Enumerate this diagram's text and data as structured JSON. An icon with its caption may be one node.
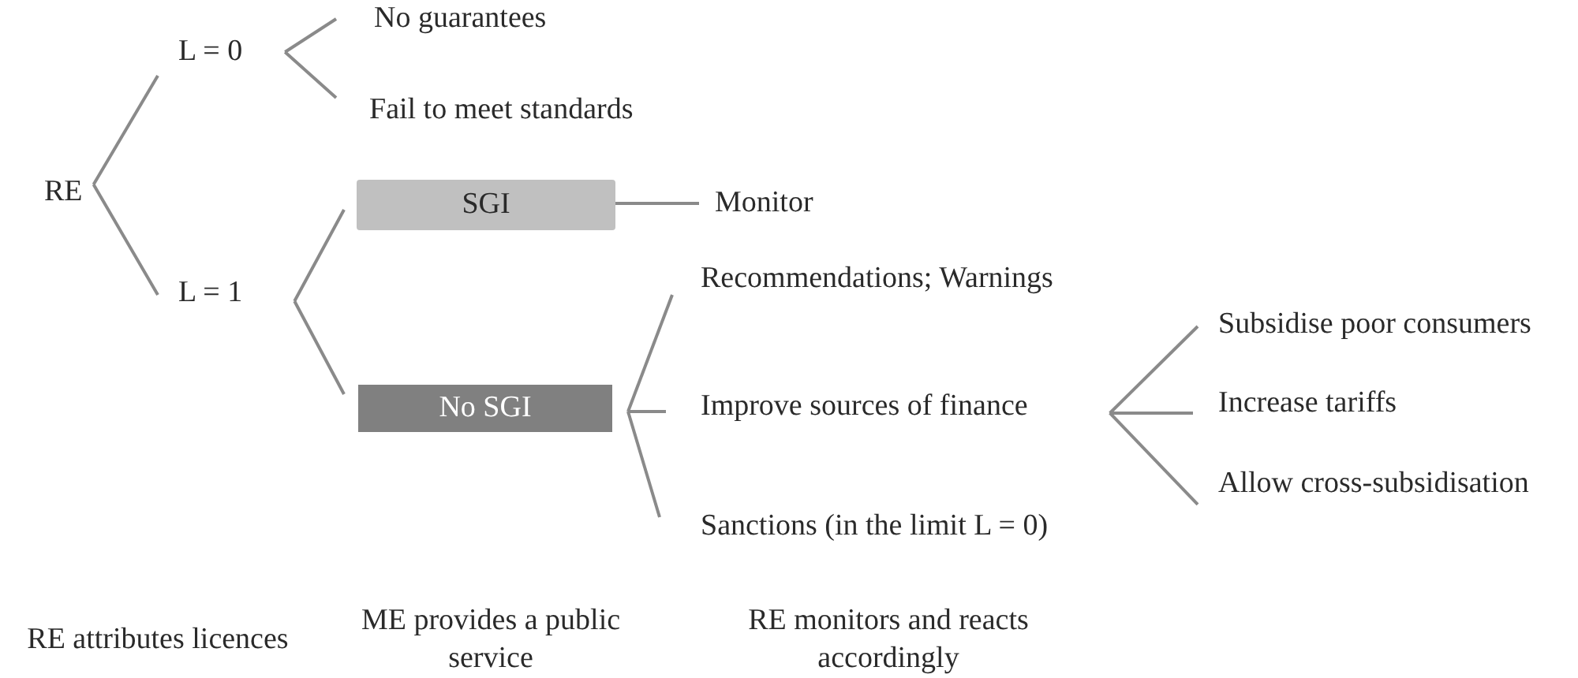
{
  "diagram": {
    "nodes": [
      {
        "text": [
          "RE"
        ]
      },
      {
        "text": [
          "L = 0"
        ]
      },
      {
        "text": [
          "L = 1"
        ]
      },
      {
        "text": [
          "No guarantees"
        ]
      },
      {
        "text": [
          "Fail to meet standards"
        ]
      },
      {
        "text": [
          "SGI"
        ]
      },
      {
        "text": [
          "Monitor"
        ]
      },
      {
        "text": [
          "No SGI"
        ]
      },
      {
        "text": [
          "Recommendations; Warnings"
        ]
      },
      {
        "text": [
          "Improve sources of finance"
        ]
      },
      {
        "text": [
          "Sanctions (in the limit L = 0)"
        ]
      },
      {
        "text": [
          "Subsidise poor consumers"
        ]
      },
      {
        "text": [
          "Increase tariffs"
        ]
      },
      {
        "text": [
          "Allow cross-subsidisation"
        ]
      }
    ],
    "edges": [
      {
        "from": 0,
        "to": 1,
        "arrow": "none"
      },
      {
        "from": 0,
        "to": 2,
        "arrow": "none"
      },
      {
        "from": 1,
        "to": 3,
        "arrow": "none"
      },
      {
        "from": 1,
        "to": 4,
        "arrow": "none"
      },
      {
        "from": 2,
        "to": 5,
        "arrow": "none"
      },
      {
        "from": 2,
        "to": 7,
        "arrow": "none"
      },
      {
        "from": 5,
        "to": 6,
        "arrow": "none"
      },
      {
        "from": 7,
        "to": 8,
        "arrow": "none"
      },
      {
        "from": 7,
        "to": 9,
        "arrow": "none"
      },
      {
        "from": 7,
        "to": 10,
        "arrow": "none"
      },
      {
        "from": 9,
        "to": 11,
        "arrow": "none"
      },
      {
        "from": 9,
        "to": 12,
        "arrow": "none"
      },
      {
        "from": 9,
        "to": 13,
        "arrow": "none"
      }
    ],
    "labels": [
      "RE attributes licences",
      "ME provides a public service",
      "RE monitors and reacts accordingly"
    ]
  }
}
